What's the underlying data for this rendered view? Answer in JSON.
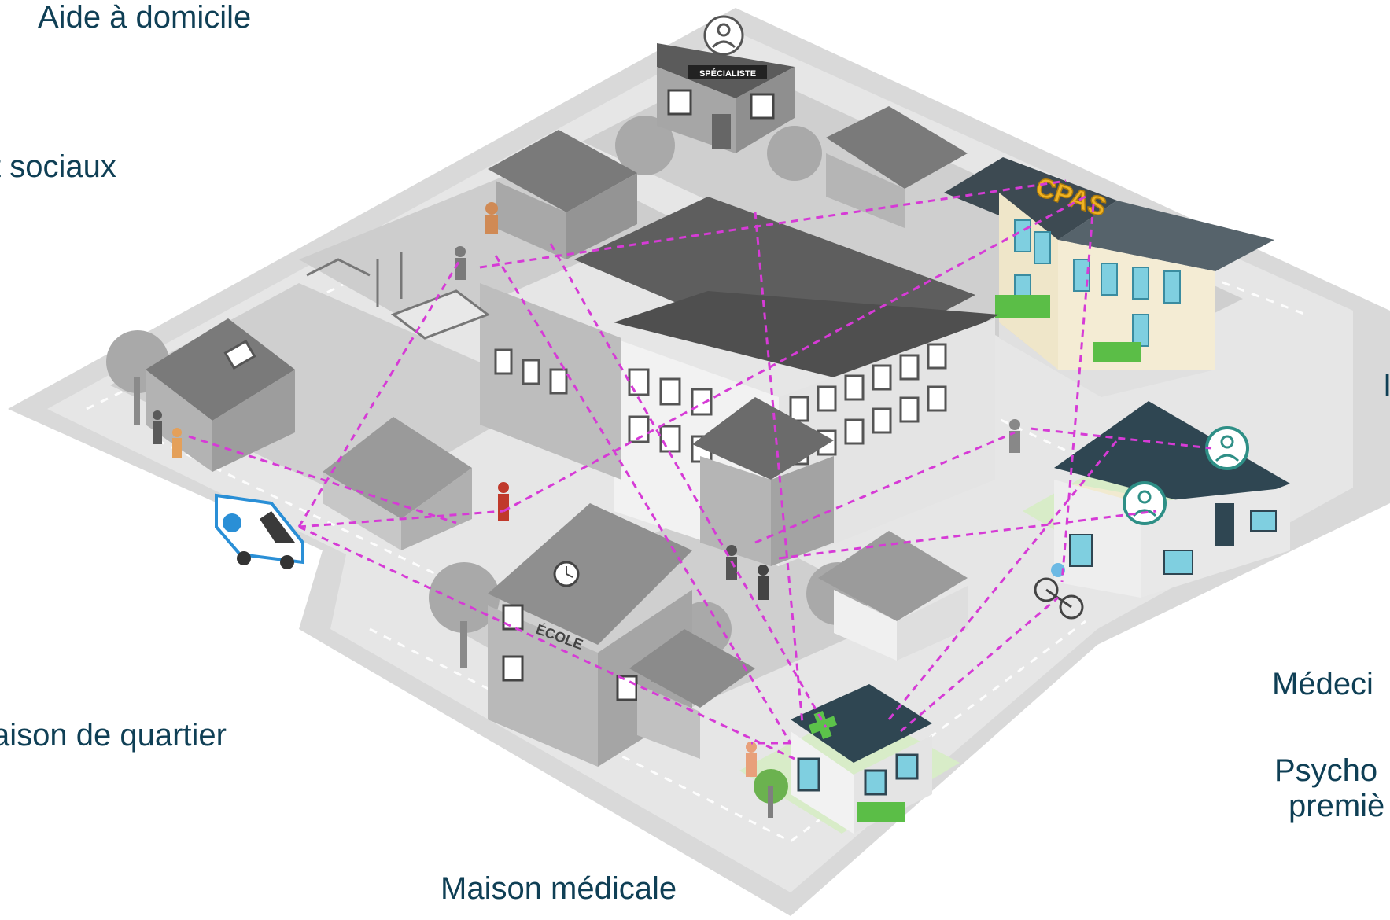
{
  "labels": {
    "aide_domicile": "Aide à domicile",
    "sociaux": "t sociaux",
    "maison_quartier": "aison de quartier",
    "maison_medicale": "Maison médicale",
    "medeci": "Médeci",
    "psycho": "Psycho",
    "premie": "premiè",
    "i": "I"
  },
  "signs": {
    "specialiste": "SPÉCIALISTE",
    "cpas": "CPAS",
    "ecole": "ÉCOLE"
  },
  "colors": {
    "text": "#0f3f55",
    "network_line": "#d63bd6",
    "pharmacy_cross": "#5cc24a",
    "cpas_facade": "#f1ead0",
    "cpas_sign": "#f0b323",
    "medical_roof": "#2f4652",
    "van_accent": "#2a8fd6",
    "grey_buildings": "#9b9b9b",
    "roads": "#d7d7d7"
  },
  "icons": [
    "doctor-icon",
    "pharmacy-cross-icon",
    "clock-icon",
    "van-icon",
    "bicycle-icon"
  ]
}
